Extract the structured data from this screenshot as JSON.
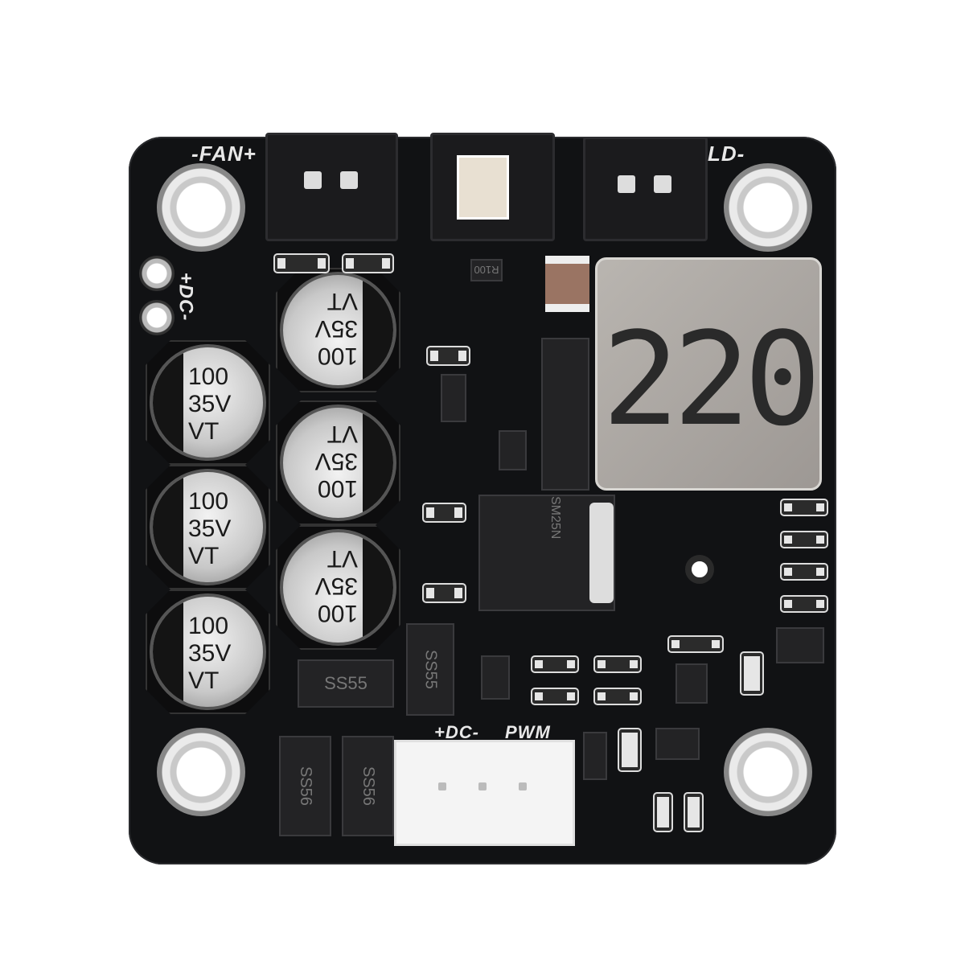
{
  "board": {
    "labels": {
      "fan": "-FAN+",
      "ld": "LD-",
      "dc_left": "+DC-",
      "dc_bottom": "+DC-",
      "pwm": "PWM"
    },
    "capacitors": [
      {
        "value": "100",
        "voltage": "35V",
        "series": "VT"
      },
      {
        "value": "100",
        "voltage": "35V",
        "series": "VT"
      },
      {
        "value": "100",
        "voltage": "35V",
        "series": "VT"
      },
      {
        "value": "100",
        "voltage": "35V",
        "series": "VT"
      },
      {
        "value": "100",
        "voltage": "35V",
        "series": "VT"
      },
      {
        "value": "100",
        "voltage": "35V",
        "series": "VT"
      }
    ],
    "inductor_marking": "220",
    "resistor_marking": "R100",
    "mosfet_marking": "SM25N",
    "diodes": [
      "SS55",
      "SS55",
      "SS56",
      "SS56"
    ],
    "colors": {
      "pcb": "#111214",
      "silkscreen": "#e8e8e8",
      "inductor": "#a9a5a0",
      "connector": "#f4f4f4"
    }
  }
}
